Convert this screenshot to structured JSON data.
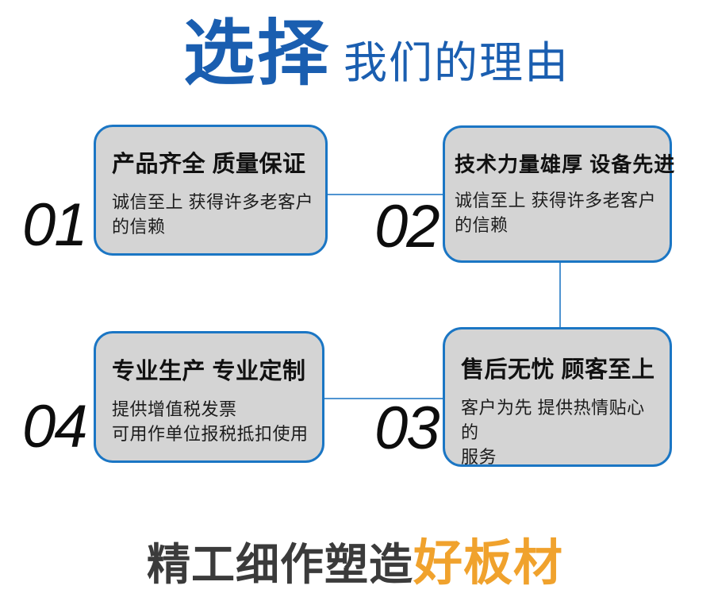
{
  "header": {
    "title_strong": "选择",
    "title_rest": "我们的理由"
  },
  "cards": [
    {
      "number": "01",
      "title": "产品齐全 质量保证",
      "desc": "诚信至上 获得许多老客户\n的信赖"
    },
    {
      "number": "02",
      "title": "技术力量雄厚 设备先进",
      "desc": "诚信至上 获得许多老客户\n的信赖"
    },
    {
      "number": "03",
      "title": "售后无忧 顾客至上",
      "desc": "客户为先 提供热情贴心的\n服务"
    },
    {
      "number": "04",
      "title": "专业生产 专业定制",
      "desc": "提供增值税发票\n可用作单位报税抵扣使用"
    }
  ],
  "footer": {
    "text_dark": "精工细作塑造",
    "text_accent": "好板材"
  },
  "colors": {
    "title_blue": "#1A5EB0",
    "card_border": "#1B76C4",
    "card_fill": "#D4D4D4",
    "connector_blue": "#4F94D1",
    "number_black": "#0D0D0D",
    "text_dark": "#1C1C1C",
    "footer_gray": "#3B3B3B",
    "accent_orange": "#F0A22D"
  }
}
